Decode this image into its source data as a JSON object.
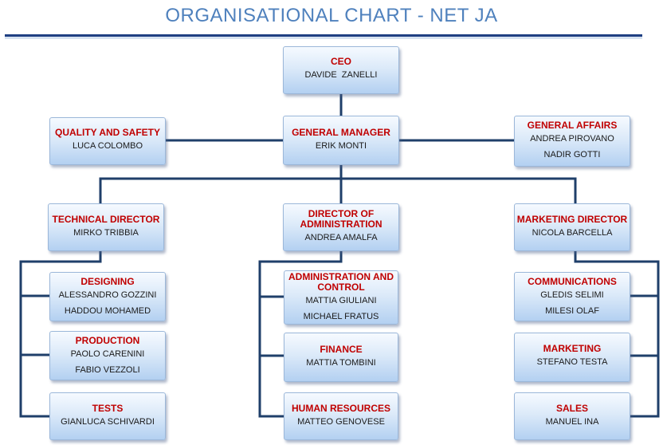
{
  "title": "ORGANISATIONAL CHART - NET JA",
  "colors": {
    "title": "#4f81bd",
    "box_title": "#c00000",
    "connector": "#1f3f6a",
    "box_fill": "#dceaf9"
  },
  "nodes": {
    "ceo": {
      "title": "CEO",
      "names": [
        "DAVIDE  ZANELLI"
      ]
    },
    "general_manager": {
      "title": "GENERAL MANAGER",
      "names": [
        "ERIK MONTI"
      ]
    },
    "quality_safety": {
      "title": "QUALITY AND SAFETY",
      "names": [
        "LUCA COLOMBO"
      ]
    },
    "general_affairs": {
      "title": "GENERAL AFFAIRS",
      "names": [
        "ANDREA PIROVANO",
        "NADIR GOTTI"
      ]
    },
    "technical_director": {
      "title": "TECHNICAL DIRECTOR",
      "names": [
        "MIRKO TRIBBIA"
      ]
    },
    "director_administration": {
      "title": "DIRECTOR OF ADMINISTRATION",
      "names": [
        "ANDREA AMALFA"
      ]
    },
    "marketing_director": {
      "title": "MARKETING DIRECTOR",
      "names": [
        "NICOLA BARCELLA"
      ]
    },
    "designing": {
      "title": "DESIGNING",
      "names": [
        "ALESSANDRO GOZZINI",
        "HADDOU MOHAMED"
      ]
    },
    "production": {
      "title": "PRODUCTION",
      "names": [
        "PAOLO CARENINI",
        "FABIO VEZZOLI"
      ]
    },
    "tests": {
      "title": "TESTS",
      "names": [
        "GIANLUCA SCHIVARDI"
      ]
    },
    "admin_control": {
      "title": "ADMINISTRATION AND CONTROL",
      "names": [
        "MATTIA GIULIANI",
        "MICHAEL FRATUS"
      ]
    },
    "finance": {
      "title": "FINANCE",
      "names": [
        "MATTIA TOMBINI"
      ]
    },
    "human_resources": {
      "title": "HUMAN RESOURCES",
      "names": [
        "MATTEO GENOVESE"
      ]
    },
    "communications": {
      "title": "COMMUNICATIONS",
      "names": [
        "GLEDIS SELIMI",
        "MILESI OLAF"
      ]
    },
    "marketing": {
      "title": "MARKETING",
      "names": [
        "STEFANO TESTA"
      ]
    },
    "sales": {
      "title": "SALES",
      "names": [
        "MANUEL INA"
      ]
    }
  }
}
